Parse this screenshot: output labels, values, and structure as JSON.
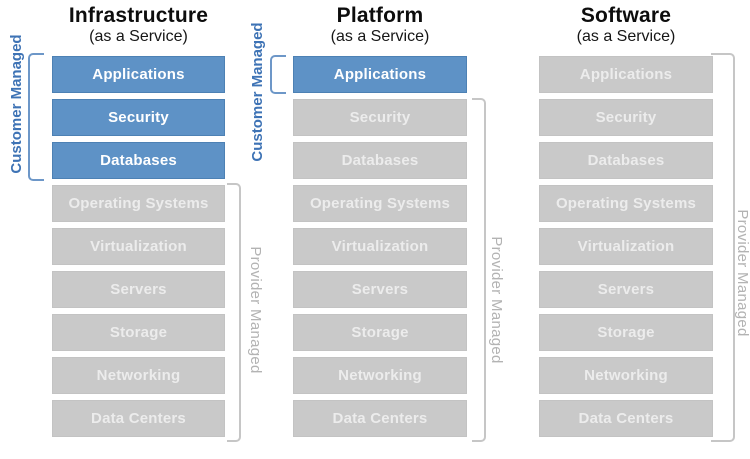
{
  "colors": {
    "customer_managed_box": "#5e92c6",
    "provider_managed_box": "#c9c9c9",
    "customer_label_text": "#3e73b5",
    "provider_label_text": "#b3b3b3"
  },
  "columns": [
    {
      "title": "Infrastructure",
      "subtitle": "(as a Service)",
      "customer_managed_label": "Customer Managed",
      "provider_managed_label": "Provider Managed",
      "boxes": [
        {
          "label": "Applications",
          "managed": "customer"
        },
        {
          "label": "Security",
          "managed": "customer"
        },
        {
          "label": "Databases",
          "managed": "customer"
        },
        {
          "label": "Operating Systems",
          "managed": "provider"
        },
        {
          "label": "Virtualization",
          "managed": "provider"
        },
        {
          "label": "Servers",
          "managed": "provider"
        },
        {
          "label": "Storage",
          "managed": "provider"
        },
        {
          "label": "Networking",
          "managed": "provider"
        },
        {
          "label": "Data Centers",
          "managed": "provider"
        }
      ]
    },
    {
      "title": "Platform",
      "subtitle": "(as a Service)",
      "customer_managed_label": "Customer Managed",
      "provider_managed_label": "Provider Managed",
      "boxes": [
        {
          "label": "Applications",
          "managed": "customer"
        },
        {
          "label": "Security",
          "managed": "provider"
        },
        {
          "label": "Databases",
          "managed": "provider"
        },
        {
          "label": "Operating Systems",
          "managed": "provider"
        },
        {
          "label": "Virtualization",
          "managed": "provider"
        },
        {
          "label": "Servers",
          "managed": "provider"
        },
        {
          "label": "Storage",
          "managed": "provider"
        },
        {
          "label": "Networking",
          "managed": "provider"
        },
        {
          "label": "Data Centers",
          "managed": "provider"
        }
      ]
    },
    {
      "title": "Software",
      "subtitle": "(as a Service)",
      "provider_managed_label": "Provider Managed",
      "boxes": [
        {
          "label": "Applications",
          "managed": "provider"
        },
        {
          "label": "Security",
          "managed": "provider"
        },
        {
          "label": "Databases",
          "managed": "provider"
        },
        {
          "label": "Operating Systems",
          "managed": "provider"
        },
        {
          "label": "Virtualization",
          "managed": "provider"
        },
        {
          "label": "Servers",
          "managed": "provider"
        },
        {
          "label": "Storage",
          "managed": "provider"
        },
        {
          "label": "Networking",
          "managed": "provider"
        },
        {
          "label": "Data Centers",
          "managed": "provider"
        }
      ]
    }
  ]
}
